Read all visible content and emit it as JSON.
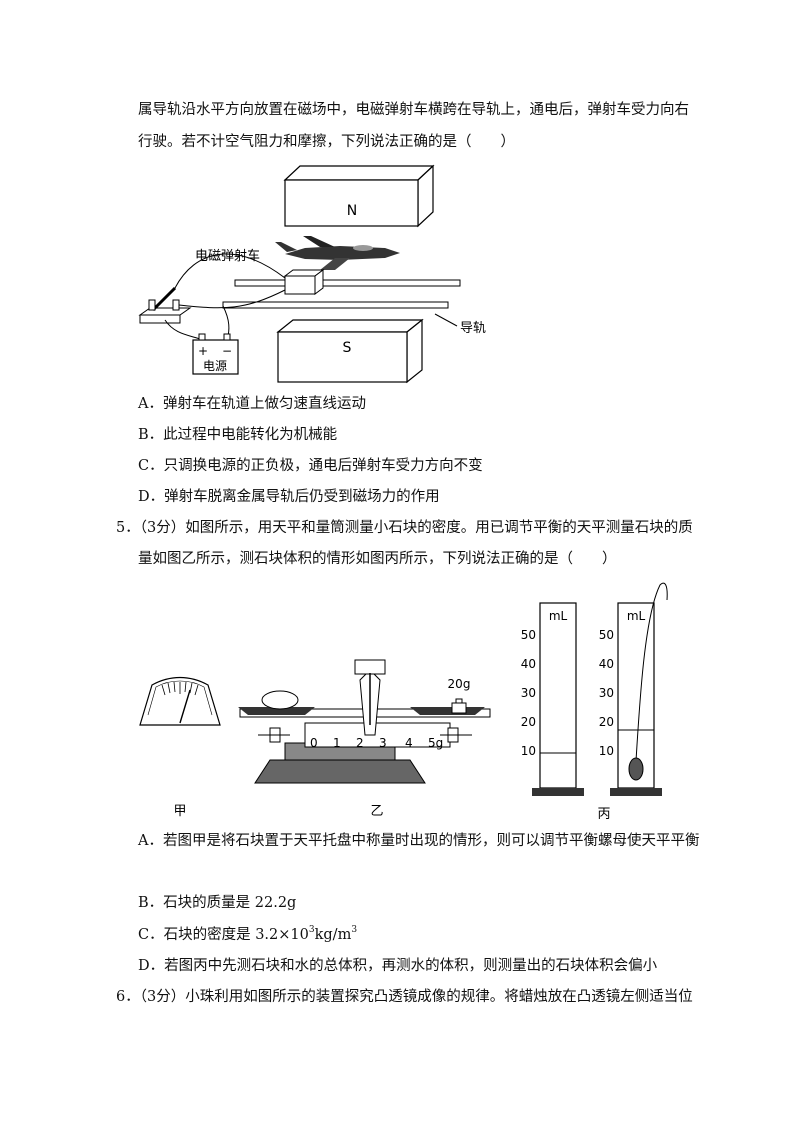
{
  "q4": {
    "line1": "属导轨沿水平方向放置在磁场中，电磁弹射车横跨在导轨上，通电后，弹射车受力向右",
    "line2": "行驶。若不计空气阻力和摩擦，下列说法正确的是（　　）",
    "figure": {
      "magnet_top": "N",
      "magnet_bottom": "S",
      "car_label": "电磁弹射车",
      "rail_label": "导轨",
      "plus": "+",
      "minus": "−",
      "power_label": "电源"
    },
    "options": [
      "A．弹射车在轨道上做匀速直线运动",
      "B．此过程中电能转化为机械能",
      "C．只调换电源的正负极，通电后弹射车受力方向不变",
      "D．弹射车脱离金属导轨后仍受到磁场力的作用"
    ]
  },
  "q5": {
    "line1": "5．（3分）如图所示，用天平和量筒测量小石块的密度。用已调节平衡的天平测量石块的质",
    "line2": "量如图乙所示，测石块体积的情形如图丙所示，下列说法正确的是（　　）",
    "figure": {
      "label_jia": "甲",
      "label_yi": "乙",
      "label_bing": "丙",
      "weight_label": "20g",
      "scale_ticks": [
        "0",
        "1",
        "2",
        "3",
        "4",
        "5g"
      ],
      "cylinder_unit": "mL",
      "cylinder_ticks": [
        "50",
        "40",
        "30",
        "20",
        "10"
      ]
    },
    "optionA": "A．若图甲是将石块置于天平托盘中称量时出现的情形，则可以调节平衡螺母使天平平衡",
    "optionB": "B．石块的质量是 22.2g",
    "optionC_pre": "C．石块的密度是 3.2×10",
    "optionC_exp": "3",
    "optionC_unit": "kg/m",
    "optionC_exp2": "3",
    "optionD": "D．若图丙中先测石块和水的总体积，再测水的体积，则测量出的石块体积会偏小"
  },
  "q6": {
    "line1": "6．（3分）小珠利用如图所示的装置探究凸透镜成像的规律。将蜡烛放在凸透镜左侧适当位"
  }
}
